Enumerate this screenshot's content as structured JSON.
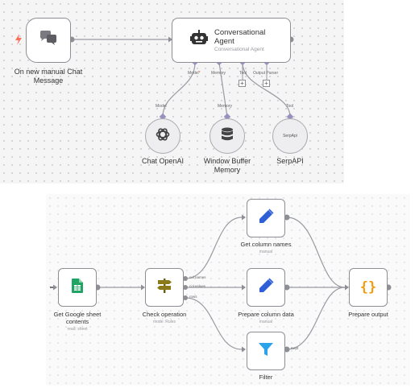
{
  "workflow1": {
    "trigger": {
      "label": "On new manual Chat Message",
      "icon": "chat-bubbles-icon",
      "trigger_icon": "lightning-icon"
    },
    "agent": {
      "title": "Conversational Agent",
      "subtitle": "Conversational Agent",
      "icon": "robot-icon"
    },
    "ports": {
      "model": "Model",
      "model_required": "*",
      "memory": "Memory",
      "tool": "Tool",
      "output_parser": "Output Parser"
    },
    "subnodes": [
      {
        "label": "Chat OpenAI",
        "port_label": "Model",
        "icon": "openai-icon"
      },
      {
        "label": "Window Buffer Memory",
        "port_label": "Memory",
        "icon": "database-icon"
      },
      {
        "label": "SerpAPI",
        "port_label": "Tool",
        "icon_text": "SerpApi"
      }
    ]
  },
  "workflow2": {
    "nodes": {
      "get_sheet": {
        "label": "Get Google sheet contents",
        "subtitle": "read: sheet",
        "icon": "google-sheets-icon"
      },
      "check_op": {
        "label": "Check operation",
        "subtitle": "mode: Rules",
        "icon": "signpost-icon"
      },
      "get_columns": {
        "label": "Get column names",
        "subtitle": "manual",
        "icon": "pencil-icon"
      },
      "prepare_column": {
        "label": "Prepare column data",
        "subtitle": "manual",
        "icon": "pencil-icon"
      },
      "filter": {
        "label": "Filter",
        "subtitle": "",
        "icon": "funnel-icon"
      },
      "prepare_output": {
        "label": "Prepare output",
        "subtitle": "",
        "icon": "code-braces-icon",
        "icon_text": "{}"
      }
    },
    "outputs": {
      "col_names": "col names",
      "col_values": "col values",
      "rows": "rows",
      "kept": "Kept"
    }
  },
  "colors": {
    "wire": "#9a9aa2",
    "port": "#9a8fbe",
    "trigger": "#ff6d5a",
    "pencil": "#2f5fd6",
    "filter": "#2aa3ea",
    "sheets": "#1fa463",
    "signpost": "#8b7a1a",
    "braces": "#f39c12"
  }
}
